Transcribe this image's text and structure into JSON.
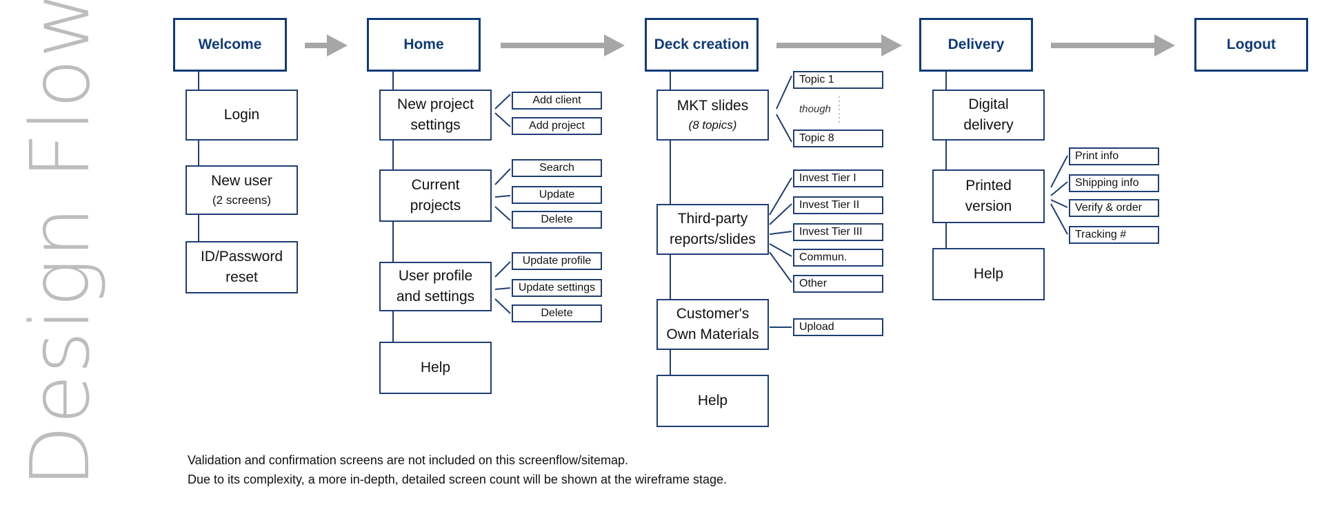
{
  "title": "Design Flow",
  "flow": [
    "Welcome",
    "Home",
    "Deck creation",
    "Delivery",
    "Logout"
  ],
  "welcome": {
    "login": "Login",
    "new_user": "New user",
    "new_user_sub": "(2 screens)",
    "id_reset_1": "ID/Password",
    "id_reset_2": "reset"
  },
  "home": {
    "new_project_1": "New project",
    "new_project_2": "settings",
    "add_client": "Add client",
    "add_project": "Add project",
    "current_1": "Current",
    "current_2": "projects",
    "search": "Search",
    "update": "Update",
    "delete": "Delete",
    "profile_1": "User profile",
    "profile_2": "and settings",
    "update_profile": "Update profile",
    "update_settings": "Update settings",
    "delete2": "Delete",
    "help": "Help"
  },
  "deck": {
    "mkt": "MKT slides",
    "mkt_sub": "(8 topics)",
    "topic1": "Topic 1",
    "though": "though",
    "topic8": "Topic 8",
    "third_1": "Third-party",
    "third_2": "reports/slides",
    "tier1": "Invest Tier I",
    "tier2": "Invest Tier II",
    "tier3": "Invest Tier III",
    "commun": "Commun.",
    "other": "Other",
    "own_1": "Customer's",
    "own_2": "Own Materials",
    "upload": "Upload",
    "help": "Help"
  },
  "delivery": {
    "digital_1": "Digital",
    "digital_2": "delivery",
    "printed_1": "Printed",
    "printed_2": "version",
    "print_info": "Print info",
    "shipping": "Shipping info",
    "verify": "Verify & order",
    "tracking": "Tracking #",
    "help": "Help"
  },
  "footnotes": [
    "Validation and confirmation screens are not included on this screenflow/sitemap.",
    "Due to its complexity, a more in-depth, detailed screen count will be shown at the wireframe stage."
  ],
  "colors": {
    "navy": "#1e3d73",
    "arrow": "#a6a6a6",
    "title": "#bdbdbd"
  }
}
